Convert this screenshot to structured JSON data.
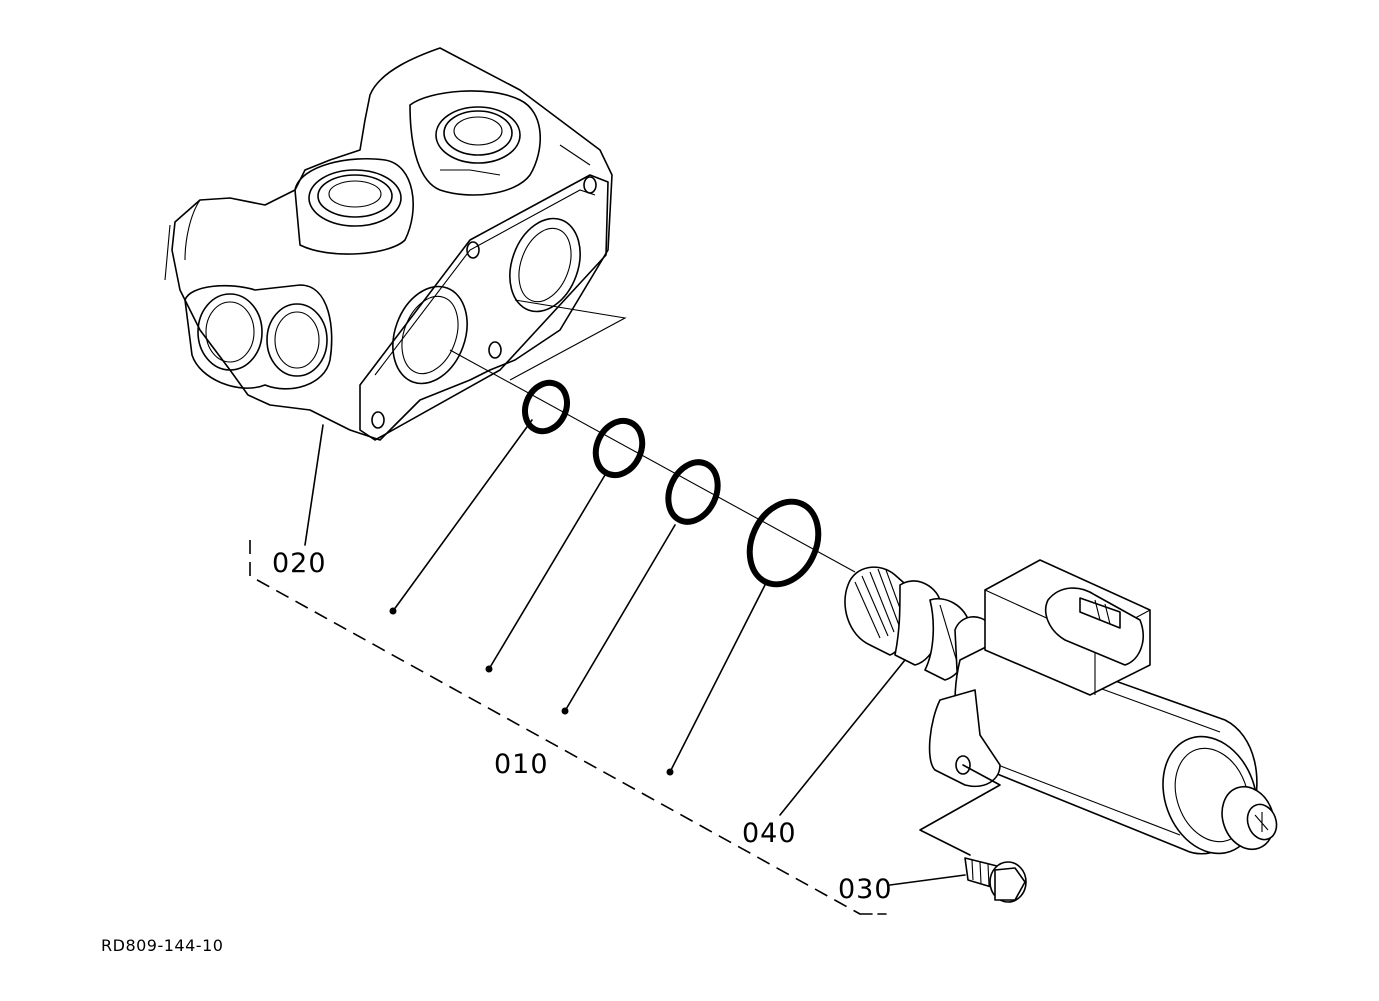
{
  "labels": {
    "p020": "020",
    "p010": "010",
    "p040": "040",
    "p030": "030"
  },
  "drawing_ref": "RD809-144-10"
}
